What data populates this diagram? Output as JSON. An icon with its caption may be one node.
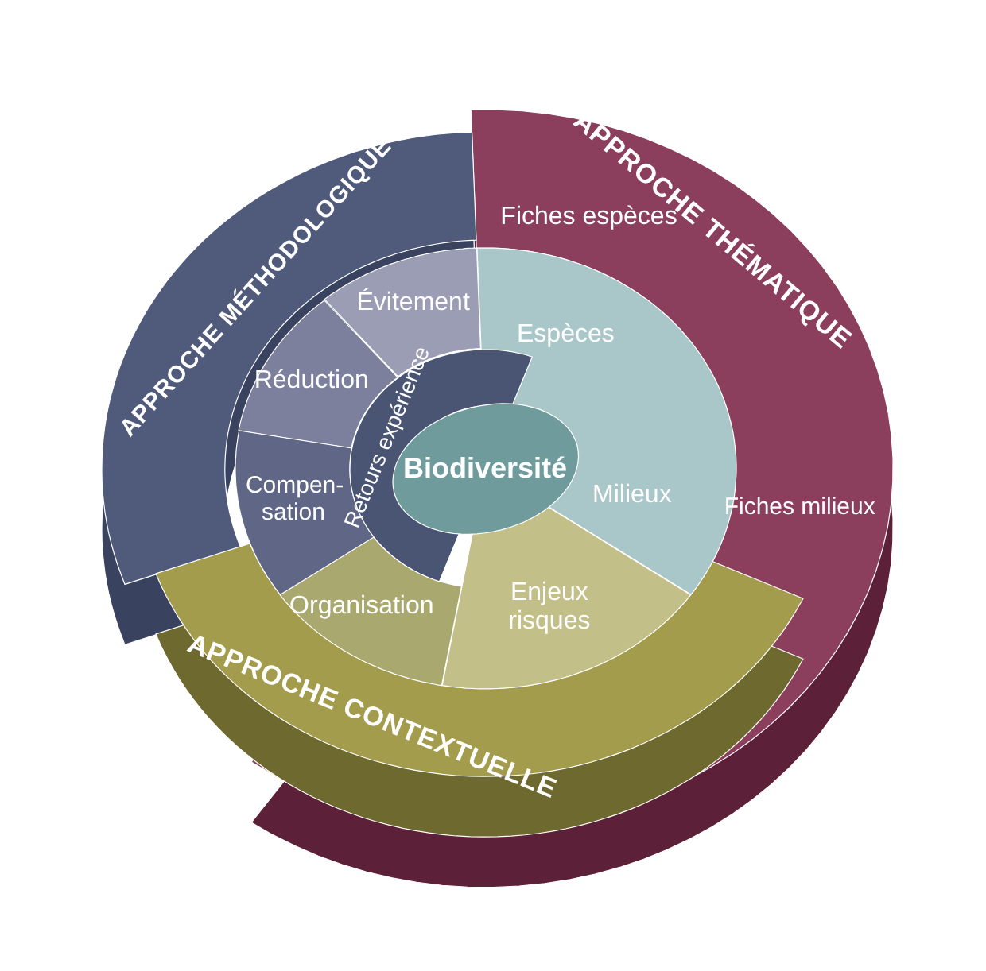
{
  "diagram": {
    "nodes": [
      {
        "text": [
          "APPROCHE THÉMATIQUE",
          "Fiches espèces",
          "Fiches milieux"
        ]
      },
      {
        "text": [
          "APPROCHE MÉTHODOLOGIQUE"
        ]
      },
      {
        "text": [
          "APPROCHE CONTEXTUELLE"
        ]
      },
      {
        "text": [
          "Évitement"
        ]
      },
      {
        "text": [
          "Réduction"
        ]
      },
      {
        "text": [
          "Compen- sation"
        ]
      },
      {
        "text": [
          "Organisation"
        ]
      },
      {
        "text": [
          "Enjeux risques"
        ]
      },
      {
        "text": [
          "Espèces",
          "Milieux"
        ]
      },
      {
        "text": [
          "Retours expérience"
        ]
      },
      {
        "text": [
          "Biodiversité"
        ]
      }
    ]
  }
}
